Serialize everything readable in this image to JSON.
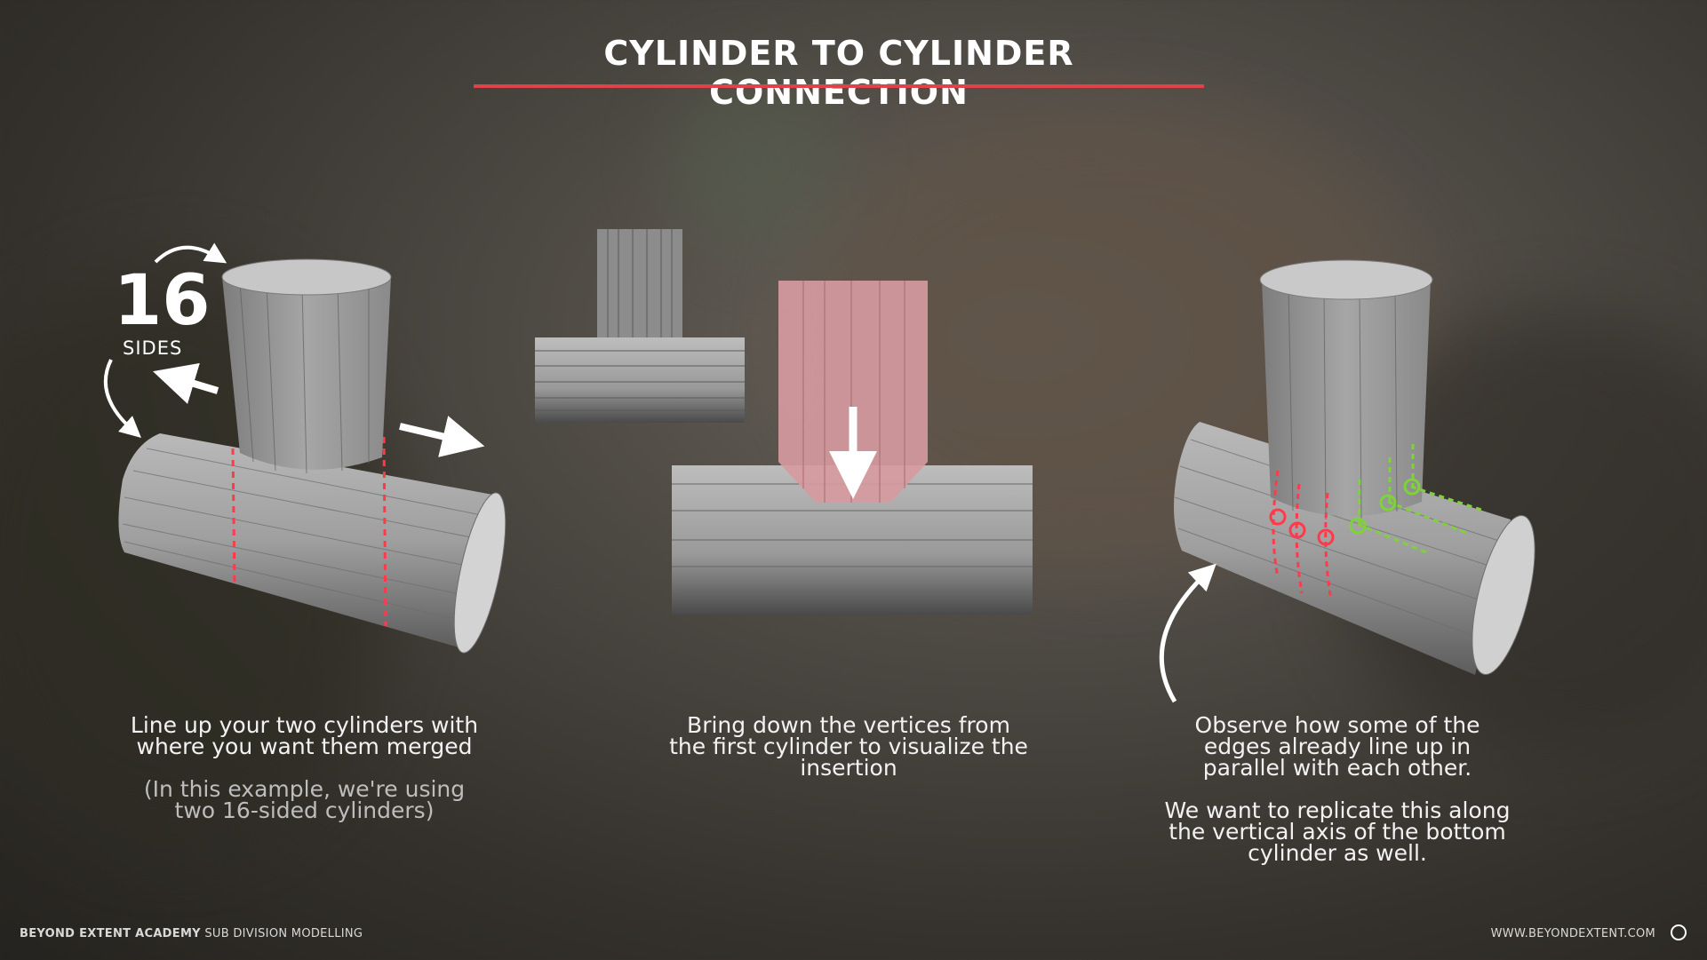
{
  "title": "CYLINDER TO CYLINDER CONNECTION",
  "sides": {
    "number": "16",
    "label": "SIDES"
  },
  "captions": {
    "left_main": [
      "Line up your two cylinders with",
      "where you want them merged"
    ],
    "left_sub": [
      "(In this example, we're using",
      "two 16-sided cylinders)"
    ],
    "center": [
      "Bring down the vertices from",
      "the first cylinder to visualize the",
      "insertion"
    ],
    "right_main": [
      "Observe how some of the",
      "edges already line up in",
      "parallel with each other."
    ],
    "right_sub": [
      "We want to replicate this along",
      "the vertical axis of the bottom",
      "cylinder as well."
    ]
  },
  "footer": {
    "brand": "BEYOND EXTENT ACADEMY",
    "course": "SUB DIVISION MODELLING",
    "website": "WWW.BEYONDEXTENT.COM"
  },
  "colors": {
    "accent": "#e0424c",
    "highlight_green": "#7ed23a",
    "pink": "#d59aa0"
  }
}
